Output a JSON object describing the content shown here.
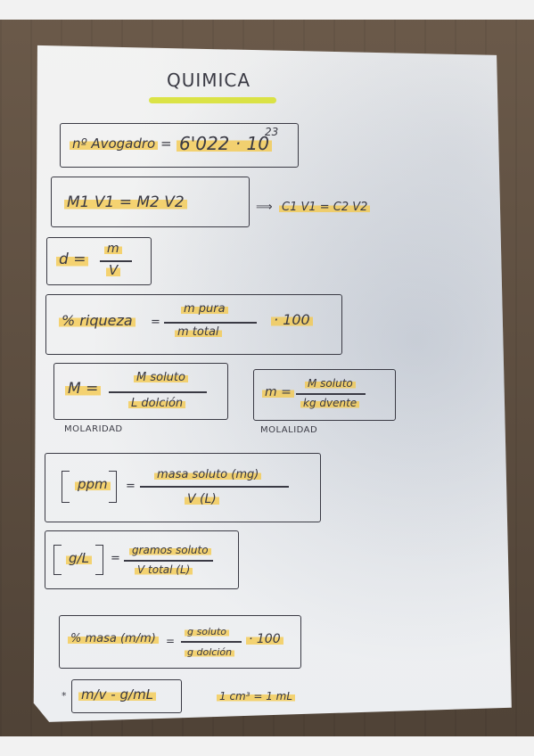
{
  "title": "QUIMICA",
  "avogadro": {
    "label": "nº Avogadro",
    "eq": "=",
    "value": "6'022 · 10",
    "exp": "23"
  },
  "dilution": {
    "lhs": "M1 V1 = M2 V2",
    "arrow": "⟹",
    "rhs": "C1 V1 = C2 V2"
  },
  "density": {
    "lhs": "d =",
    "num": "m",
    "den": "V"
  },
  "riqueza": {
    "lhs": "% riqueza",
    "eq": "=",
    "num": "m pura",
    "den": "m total",
    "factor": "· 100"
  },
  "molaridad": {
    "lhs": "M =",
    "num": "M soluto",
    "den": "L dolción",
    "caption": "MOLARIDAD"
  },
  "molalidad": {
    "lhs": "m =",
    "num": "M soluto",
    "den": "kg dvente",
    "caption": "MOLALIDAD"
  },
  "ppm": {
    "lhs": "ppm",
    "eq": "=",
    "num": "masa soluto (mg)",
    "den": "V (L)"
  },
  "gl": {
    "lhs": "g/L",
    "eq": "=",
    "num": "gramos soluto",
    "den": "V total (L)"
  },
  "masa": {
    "lhs": "% masa (m/m)",
    "eq": "=",
    "num": "g soluto",
    "den": "g dolción",
    "factor": "· 100"
  },
  "mv": {
    "prefix": "*",
    "lhs": "m/v - g/mL",
    "note": "1 cm³ = 1 mL"
  }
}
